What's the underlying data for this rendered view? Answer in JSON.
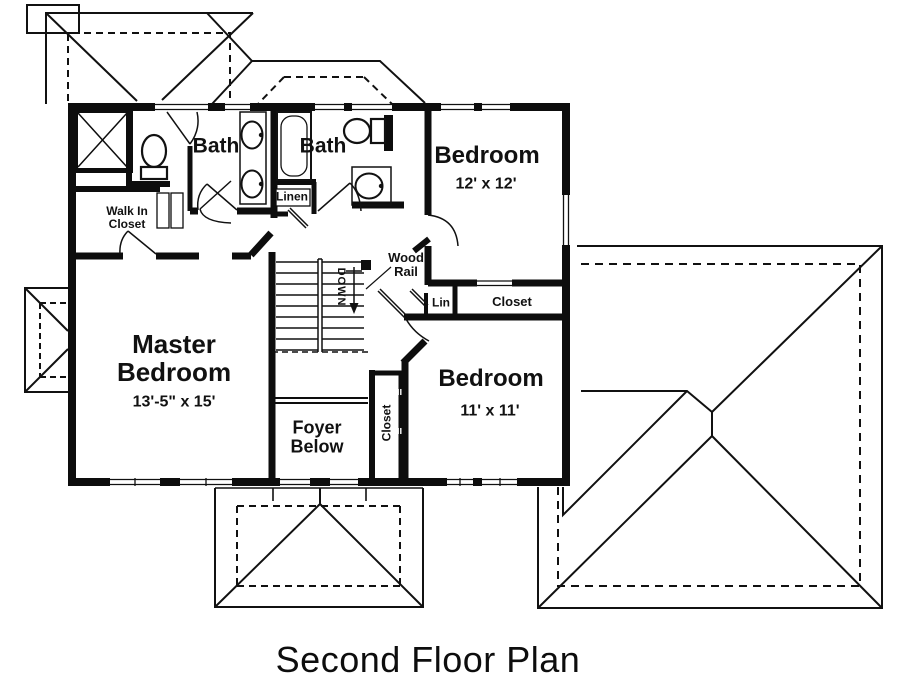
{
  "page": {
    "background": "#ffffff",
    "ink": "#111111"
  },
  "title": "Second Floor Plan",
  "rooms": {
    "master_bedroom": {
      "name": "Master\nBedroom",
      "dims": "13'-5\" x 15'"
    },
    "bedroom_top": {
      "name": "Bedroom",
      "dims": "12' x 12'"
    },
    "bedroom_bottom": {
      "name": "Bedroom",
      "dims": "11' x 11'"
    },
    "bath_master": {
      "name": "Bath"
    },
    "bath_hall": {
      "name": "Bath"
    },
    "walk_in_closet": {
      "name": "Walk In\nCloset"
    },
    "linen": {
      "name": "Linen"
    },
    "lin": {
      "name": "Lin"
    },
    "closet_bedroom_top": {
      "name": "Closet"
    },
    "closet_bedroom_bottom": {
      "name": "Closet"
    },
    "foyer": {
      "name": "Foyer\nBelow"
    }
  },
  "annotations": {
    "stairs_direction": "DOWN",
    "wood_rail": "Wood\nRail"
  }
}
